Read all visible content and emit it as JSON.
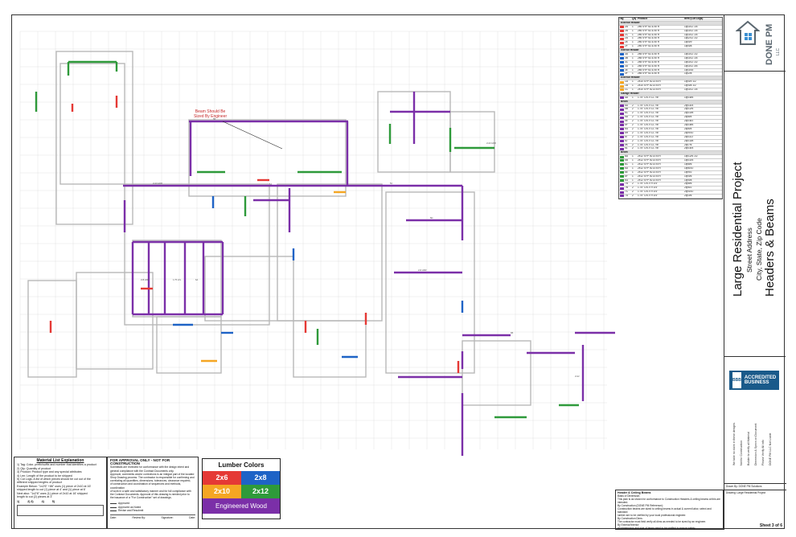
{
  "title_block": {
    "project_name": "Large Residential Project",
    "street": "Street Address",
    "city": "City, State, Zip Code",
    "sheet_title": "Headers & Beams",
    "logo_text": "DONE PM",
    "logo_sub": "LLC",
    "bbb_label": "ACCREDITED BUSINESS",
    "bbb_seal": "BBB",
    "legal_lines": [
      "We take no claim in these designs.",
      "Not for Construction",
      "Builder to verify all Material",
      "Dimension & Specs on Document",
      "Please Verify All Info",
      "DONE PM LLC Not Liable"
    ],
    "sheet_number": "Sheet 3 of 6"
  },
  "annotation": {
    "line1": "Beam Should Be",
    "line2": "Sized By Engineer"
  },
  "schedule": {
    "headers": [
      "Tag",
      "Qty",
      "Product",
      "Item (Cut Logs)"
    ],
    "groups": [
      {
        "name": "Exterior Header",
        "rows": [
          {
            "tag": "2A",
            "qty": "1",
            "product": "2x6 SYP #2 & BTR",
            "cut": "1@3/12 1/4"
          },
          {
            "tag": "2B",
            "qty": "1",
            "product": "2x6 SYP #2 & BTR",
            "cut": "1@3/12 1/4"
          },
          {
            "tag": "2C",
            "qty": "1",
            "product": "2x6 SYP #2 & BTR",
            "cut": "1@3/12 1/4"
          },
          {
            "tag": "2D",
            "qty": "1",
            "product": "2x6 SYP #2 & BTR",
            "cut": "1@2/12 1/2"
          },
          {
            "tag": "2E",
            "qty": "1",
            "product": "2x6 SYP #2 & BTR",
            "cut": "1@4/9"
          },
          {
            "tag": "2F",
            "qty": "1",
            "product": "2x6 SYP #2 & BTR",
            "cut": "1@4/8"
          }
        ]
      },
      {
        "name": "Interior Header",
        "rows": [
          {
            "tag": "3A",
            "qty": "1",
            "product": "2x8 SYP #2 & BTR",
            "cut": "1@3/12 1/2"
          },
          {
            "tag": "3B",
            "qty": "1",
            "product": "2x8 SYP #2 & BTR",
            "cut": "1@3/12 1/4"
          },
          {
            "tag": "3C",
            "qty": "1",
            "product": "2x8 SYP #2 & BTR",
            "cut": "1@3/12 1/2"
          },
          {
            "tag": "3D",
            "qty": "1",
            "product": "2x8 SYP #2 & BTR",
            "cut": "1@3/12 3/4"
          },
          {
            "tag": "3E",
            "qty": "1",
            "product": "2x8 SYP #2 & BTR",
            "cut": "1@3/16"
          },
          {
            "tag": "3F",
            "qty": "1",
            "product": "2x8 SYP #2 & BTR",
            "cut": "1@2/8"
          }
        ]
      },
      {
        "name": "Exterior Header",
        "rows": [
          {
            "tag": "1A",
            "qty": "1",
            "product": "2x10 SYP #2 & BTR",
            "cut": "1@4/9 1/2"
          },
          {
            "tag": "1B",
            "qty": "1",
            "product": "2x10 SYP #2 & BTR",
            "cut": "1@4/8 1/2"
          },
          {
            "tag": "1C",
            "qty": "1",
            "product": "2x10 SYP #2 & BTR",
            "cut": "1@3/12 1/4"
          }
        ]
      },
      {
        "name": "Garage Header",
        "rows": [
          {
            "tag": "4A",
            "qty": "1",
            "product": "1.75\" LVL x 11 7/8\"",
            "cut": "1@16/6"
          }
        ]
      },
      {
        "name": "Beam",
        "rows": [
          {
            "tag": "5A",
            "qty": "2",
            "product": "1.75\" LVL x 11 7/8\"",
            "cut": "2@14/4"
          },
          {
            "tag": "5B",
            "qty": "2",
            "product": "1.75\" LVL x 11 7/8\"",
            "cut": "2@12/6"
          },
          {
            "tag": "5C",
            "qty": "2",
            "product": "1.75\" LVL x 11 7/8\"",
            "cut": "2@10/8"
          },
          {
            "tag": "5D",
            "qty": "2",
            "product": "1.75\" LVL x 11 7/8\"",
            "cut": "2@8/4"
          },
          {
            "tag": "5E",
            "qty": "2",
            "product": "1.75\" LVL x 11 7/8\"",
            "cut": "2@16/2"
          },
          {
            "tag": "5F",
            "qty": "2",
            "product": "1.75\" LVL x 11 7/8\"",
            "cut": "2@18/6"
          },
          {
            "tag": "5G",
            "qty": "2",
            "product": "1.75\" LVL x 11 7/8\"",
            "cut": "2@6/4"
          },
          {
            "tag": "5H",
            "qty": "2",
            "product": "1.75\" LVL x 11 7/8\"",
            "cut": "2@9/10"
          },
          {
            "tag": "5I",
            "qty": "2",
            "product": "1.75\" LVL x 11 7/8\"",
            "cut": "2@11/2"
          },
          {
            "tag": "5J",
            "qty": "2",
            "product": "1.75\" LVL x 11 7/8\"",
            "cut": "2@13/8"
          },
          {
            "tag": "5K",
            "qty": "2",
            "product": "1.75\" LVL x 11 7/8\"",
            "cut": "2@7/6"
          },
          {
            "tag": "5L",
            "qty": "2",
            "product": "1.75\" LVL x 11 7/8\"",
            "cut": "2@15/4"
          }
        ]
      },
      {
        "name": "Beam",
        "rows": [
          {
            "tag": "6A",
            "qty": "1",
            "product": "2x12 SYP #2 & BTR",
            "cut": "1@12/6 1/2"
          },
          {
            "tag": "6B",
            "qty": "1",
            "product": "2x12 SYP #2 & BTR",
            "cut": "1@10/4"
          },
          {
            "tag": "6C",
            "qty": "1",
            "product": "2x12 SYP #2 & BTR",
            "cut": "1@8/6"
          },
          {
            "tag": "6D",
            "qty": "1",
            "product": "2x12 SYP #2 & BTR",
            "cut": "1@6/10"
          },
          {
            "tag": "6E",
            "qty": "1",
            "product": "2x12 SYP #2 & BTR",
            "cut": "1@9/2"
          },
          {
            "tag": "6F",
            "qty": "1",
            "product": "2x12 SYP #2 & BTR",
            "cut": "1@4/6"
          },
          {
            "tag": "6G",
            "qty": "1",
            "product": "2x12 SYP #2 & BTR",
            "cut": "1@5/8"
          },
          {
            "tag": "7A",
            "qty": "2",
            "product": "1.75\" LVL x 9 1/4\"",
            "cut": "2@8/6"
          },
          {
            "tag": "7B",
            "qty": "2",
            "product": "1.75\" LVL x 9 1/4\"",
            "cut": "2@6/2"
          },
          {
            "tag": "7C",
            "qty": "2",
            "product": "1.75\" LVL x 9 1/4\"",
            "cut": "2@4/10"
          },
          {
            "tag": "7D",
            "qty": "2",
            "product": "1.75\" LVL x 9 1/4\"",
            "cut": "2@3/6"
          }
        ]
      }
    ]
  },
  "material_list": {
    "title": "Material List Explanation",
    "lines": [
      "1) Tag: Color, prefix/suffix and number that identifies a product",
      "2) Qty: Quantity of product",
      "3) Product: Product type and any special attributes",
      "4) Len: Length of the product to be shipped",
      "5) Cut Logs: A list of which pieces should be cut out of the",
      "   different shipped lengths of product",
      "   Example Below: \"1x2'6\" +86\" uses (1) piece of 2x10 at 16'",
      "   shipped length to cut (1) piece at 4' and (1) piece at 6'",
      "   Next also: \"1x2'6\" uses (1) piece of 2x10 at 16' shipped",
      "   length to cut (2) pieces at 3'"
    ],
    "example_cols": [
      "1)",
      "2) 3)",
      "4)",
      "5)"
    ]
  },
  "approval": {
    "title": "FOR APPROVAL ONLY - NOT FOR CONSTRUCTION",
    "lines": [
      "Submittals are reviewed for conformance with the design intent and",
      "general compliance with the Contract Documents only.",
      "Approval, comments and/or corrections is an integral part of the located",
      "Shop Drawing process. The contractor is responsible for confirming and",
      "correlating all quantities, dimensions, tolerances, clearance required,",
      "of construction and coordination of sequences and methods, coordination",
      "of work in a safe and satisfactory manner and for full compliance with",
      "the Contract Documents. Approval of this drawing is needed prior to",
      "the issuance of a \"For Construction\" set of drawings."
    ],
    "checks": [
      "Approved",
      "Approved as Noted",
      "Revise and Resubmit"
    ],
    "footer": [
      "Date:",
      "Review By:",
      "Signature:",
      "Date:"
    ]
  },
  "lumber_colors": {
    "title": "Lumber Colors",
    "swatches": [
      {
        "label": "2x6",
        "color": "#e53935"
      },
      {
        "label": "2x8",
        "color": "#1e63c6"
      },
      {
        "label": "2x10",
        "color": "#f5a623"
      },
      {
        "label": "2x12",
        "color": "#2e9a3a"
      }
    ],
    "engineered": {
      "label": "Engineered Wood",
      "color": "#7b2fa8"
    }
  },
  "header_notes": {
    "title": "Header & Ceiling Beams",
    "lines": [
      "Basis of Dimension:",
      "This plan is as shown for conformance to Construction Headers & ceiling beams at this are intended.",
      "By Construction (DONE PM Reference):",
      "Construction beams are sized to ceiling beams in actual & current labor, select and standard",
      "lumber are to be verified by your local professional engineer.",
      "By Construction Dims:",
      "The contractor must field verify all dims as needed to be sized by an engineer.",
      "By Exterior/Interior:",
      "All dimensions and size of beam need to be verified to ensure safety."
    ]
  },
  "signature_block": {
    "rows": [
      "Drawn By: DONE PM Solutions",
      "Drawing: Large Residential Project"
    ]
  },
  "plan_labels": [
    "2x10 HDR",
    "5A",
    "5B",
    "5C",
    "5D",
    "2x6 HDR",
    "2x8 HDR",
    "1.75 LVL",
    "6A",
    "6B",
    "2x12"
  ]
}
